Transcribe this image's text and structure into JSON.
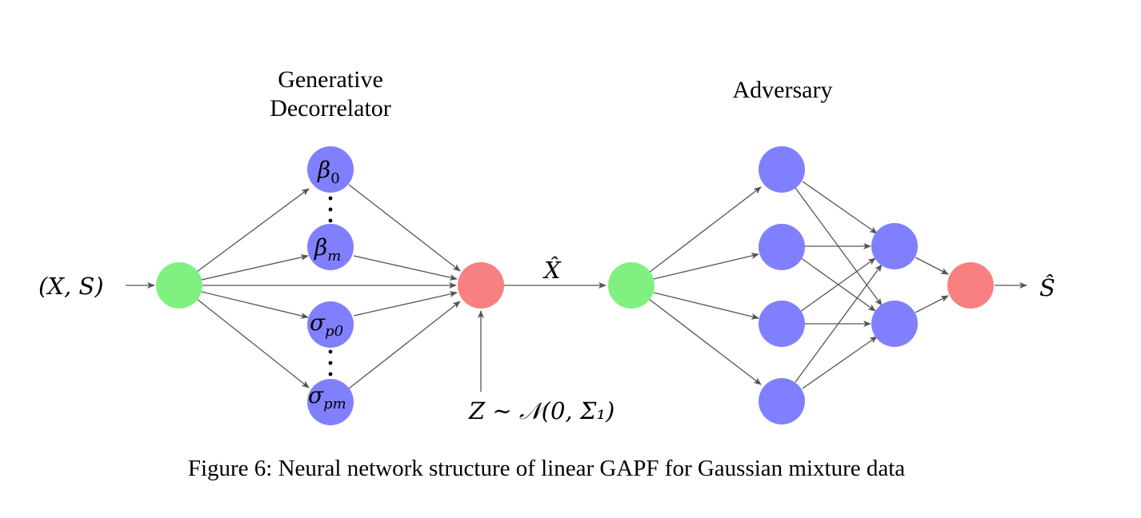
{
  "titles": {
    "generator": "Generative\nDecorrelator",
    "adversary": "Adversary"
  },
  "labels": {
    "input": "(X, S)",
    "x_hat": "X̂",
    "noise": "Z ∼ 𝒩(0, Σ₁)",
    "output": "Ŝ"
  },
  "generator_nodes": [
    {
      "id": "beta0",
      "base": "β",
      "sub": "0"
    },
    {
      "id": "betam",
      "base": "β",
      "sub": "m"
    },
    {
      "id": "sigmap0",
      "base": "σ",
      "sub": "p0"
    },
    {
      "id": "sigmapm",
      "base": "σ",
      "sub": "pm"
    }
  ],
  "caption": "Figure 6: Neural network structure of linear GAPF for Gaussian mixture data",
  "colors": {
    "input_node": "#80f080",
    "output_node": "#f88080",
    "hidden_node": "#8080ff",
    "edge": "#555555"
  }
}
